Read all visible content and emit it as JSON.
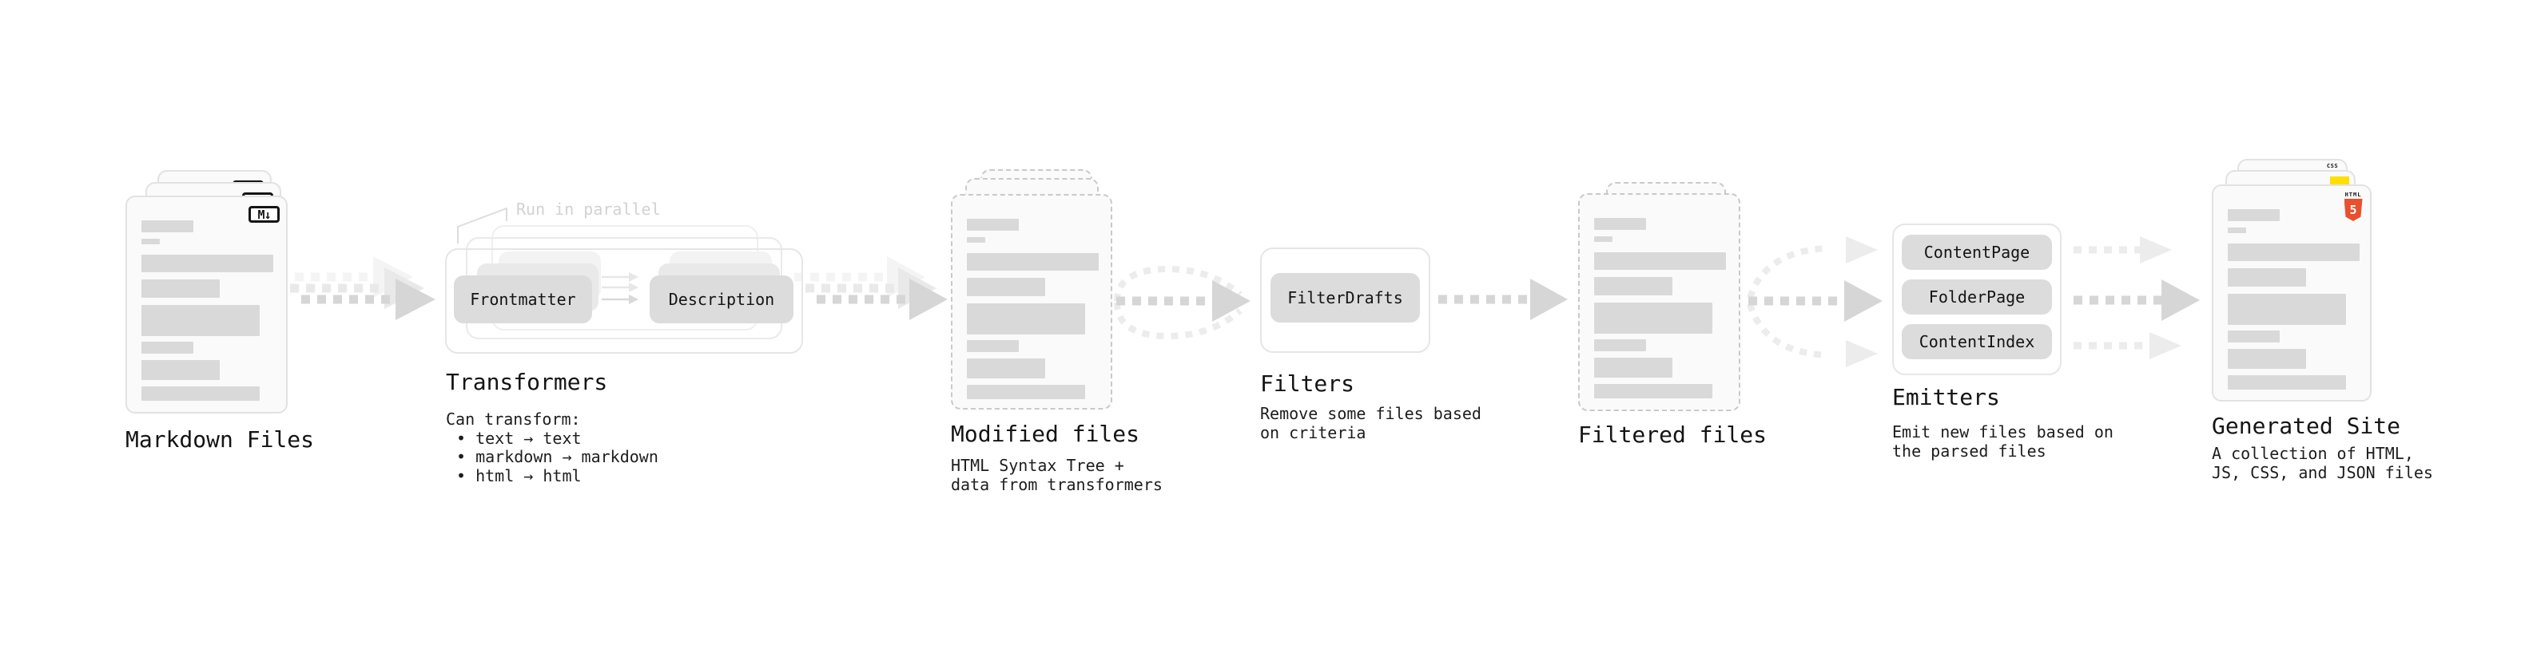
{
  "nodes": {
    "markdown": {
      "label": "Markdown Files"
    },
    "transformers": {
      "label": "Transformers",
      "note": "Run in parallel",
      "boxes": {
        "frontmatter": "Frontmatter",
        "description": "Description"
      },
      "caption": [
        "Can transform:",
        "• text → text",
        "• markdown → markdown",
        "• html → html"
      ]
    },
    "modified": {
      "label": "Modified files",
      "caption": [
        "HTML Syntax Tree +",
        "data from transformers"
      ]
    },
    "filters": {
      "label": "Filters",
      "boxes": {
        "filterdrafts": "FilterDrafts"
      },
      "caption": [
        "Remove some files based",
        "on criteria"
      ]
    },
    "filtered": {
      "label": "Filtered files"
    },
    "emitters": {
      "label": "Emitters",
      "boxes": {
        "contentpage": "ContentPage",
        "folderpage": "FolderPage",
        "contentindex": "ContentIndex"
      },
      "caption": [
        "Emit new files based on",
        "the parsed files"
      ]
    },
    "generated": {
      "label": "Generated Site",
      "caption": [
        "A collection of HTML,",
        "JS, CSS, and JSON files"
      ]
    }
  },
  "icons": {
    "markdown_badge": "M↓",
    "html5_word": "HTML",
    "html5_number": "5",
    "css_word": "CSS"
  },
  "colors": {
    "html5_orange": "#e8502e",
    "js_yellow": "#ffdf00",
    "css_blue": "#2f6df6",
    "placeholder_bar": "#d9d9d9",
    "box_gray": "#dcdcdc",
    "arrow_dark": "#d6d6d6",
    "arrow_light": "#ececec",
    "note_gray": "#d2d2d2"
  },
  "file_bars": [
    {
      "w": 65,
      "h": 15,
      "mb": 8
    },
    {
      "w": 23,
      "h": 7,
      "mb": 13
    },
    {
      "w": 165,
      "h": 22,
      "mb": 9
    },
    {
      "w": 98,
      "h": 23,
      "mb": 9
    },
    {
      "w": 148,
      "h": 39,
      "mb": 7
    },
    {
      "w": 65,
      "h": 15,
      "mb": 8
    },
    {
      "w": 98,
      "h": 25,
      "mb": 8
    },
    {
      "w": 148,
      "h": 18,
      "mb": 0
    }
  ]
}
